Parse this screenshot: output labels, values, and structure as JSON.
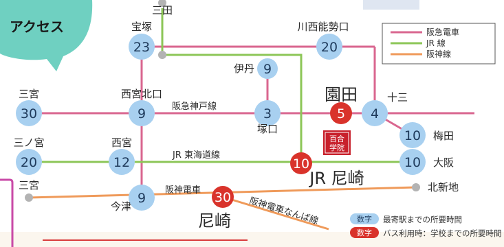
{
  "colors": {
    "hankyu": "#d9668f",
    "jr": "#8cc657",
    "hanshin": "#ef9a5a",
    "station_blue": "#a8d0f0",
    "station_red": "#d9332b",
    "header_teal": "#6fd0c1",
    "school_red": "#c8212c"
  },
  "header": {
    "title": "アクセス"
  },
  "legend": {
    "items": [
      {
        "label": "阪急電車",
        "color": "#d9668f"
      },
      {
        "label": "JR 線",
        "color": "#8cc657"
      },
      {
        "label": "阪神線",
        "color": "#ef9a5a"
      }
    ]
  },
  "school": {
    "name_line1": "百合",
    "name_line2": "学院"
  },
  "line_labels": {
    "hankyu_kobe": "阪急神戸線",
    "jr_tokaido": "JR 東海道線",
    "hanshin": "阪神電車",
    "hanshin_namba": "阪神電車なんば線"
  },
  "stations": [
    {
      "id": "takarazuka",
      "name": "宝塚",
      "minutes": "23"
    },
    {
      "id": "sanda",
      "name": "三田",
      "minutes": ""
    },
    {
      "id": "kawanishi",
      "name": "川西能勢口",
      "minutes": "20"
    },
    {
      "id": "itami",
      "name": "伊丹",
      "minutes": "9"
    },
    {
      "id": "sannomiya",
      "name": "三宮",
      "minutes": "30"
    },
    {
      "id": "nishinomiya_kitaguchi",
      "name": "西宮北口",
      "minutes": "9"
    },
    {
      "id": "tsukaguchi",
      "name": "塚口",
      "minutes": "3"
    },
    {
      "id": "sonoda",
      "name": "園田",
      "minutes": "5"
    },
    {
      "id": "juso",
      "name": "十三",
      "minutes": "4"
    },
    {
      "id": "umeda",
      "name": "梅田",
      "minutes": "10"
    },
    {
      "id": "sannomiya_jr",
      "name": "三ノ宮",
      "minutes": "20"
    },
    {
      "id": "nishinomiya",
      "name": "西宮",
      "minutes": "12"
    },
    {
      "id": "amagasaki_jr",
      "name": "JR 尼崎",
      "minutes": "10"
    },
    {
      "id": "osaka",
      "name": "大阪",
      "minutes": "10"
    },
    {
      "id": "sannomiya_hanshin",
      "name": "三宮",
      "minutes": ""
    },
    {
      "id": "imazu",
      "name": "今津",
      "minutes": "9"
    },
    {
      "id": "amagasaki",
      "name": "尼崎",
      "minutes": "30"
    },
    {
      "id": "kitashinchi",
      "name": "北新地",
      "minutes": ""
    }
  ],
  "key": {
    "blue_badge": "数字",
    "blue_text": "最寄駅までの所要時間",
    "red_badge": "数字",
    "red_text": "バス利用時：学校までの所要時間"
  }
}
